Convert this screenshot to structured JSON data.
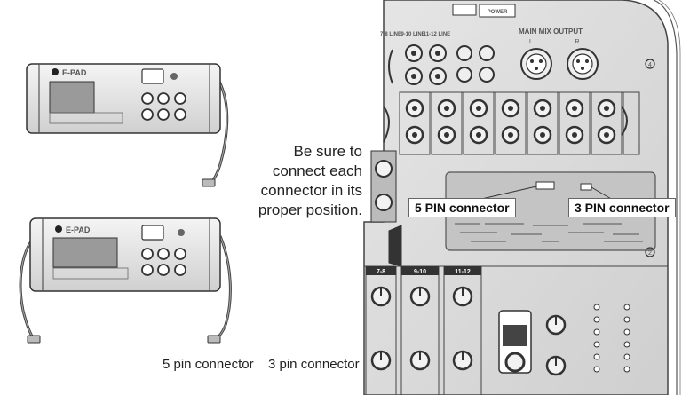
{
  "instruction": [
    "Be sure to",
    "connect each",
    "connector in its",
    "proper position."
  ],
  "callouts": {
    "five_pin": "5 PIN connector",
    "three_pin": "3 PIN connector"
  },
  "captions": {
    "five_pin": "5 pin connector",
    "three_pin": "3 pin connector"
  },
  "module": {
    "brand": "E-PAD"
  },
  "mixer": {
    "top_buttons": [
      "",
      "POWER"
    ],
    "main_mix_output": "MAIN MIX OUTPUT",
    "output_channels": [
      "L",
      "R"
    ],
    "line_inputs": [
      "7-8\nLINE",
      "9-10\nLINE",
      "11-12\nLINE"
    ],
    "strip_labels": [
      "7-8",
      "9-10",
      "11-12"
    ],
    "markers": [
      "4",
      "2"
    ]
  },
  "colors": {
    "panel": "#d8d8d8",
    "line": "#333333",
    "box": "#c4c4c4"
  }
}
